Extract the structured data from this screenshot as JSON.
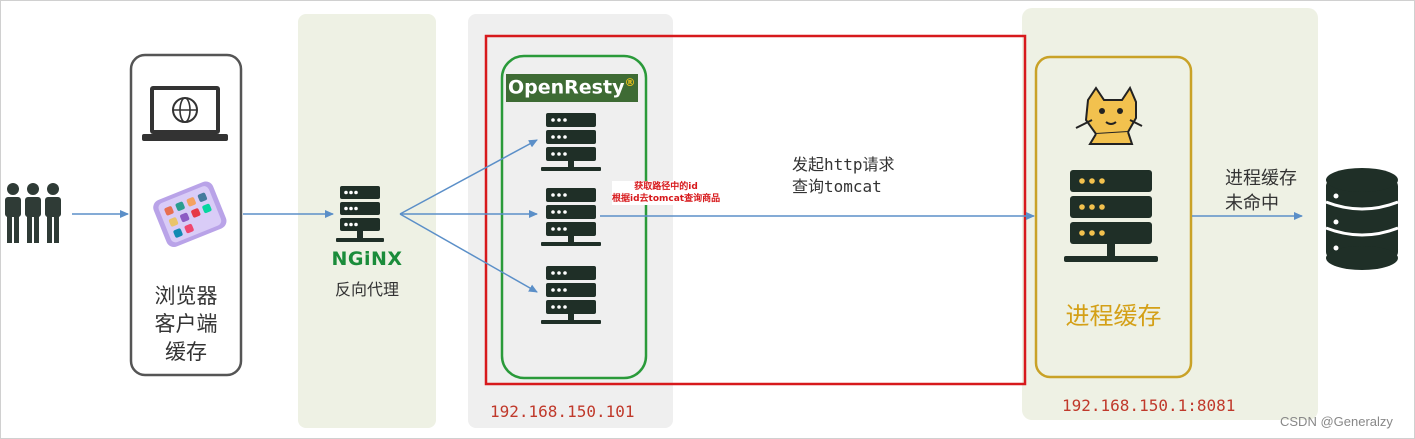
{
  "client": {
    "label_lines": [
      "浏览器",
      "客户端",
      "缓存"
    ]
  },
  "nginx": {
    "logo_text": "NGiNX",
    "label": "反向代理"
  },
  "openresty": {
    "logo_text": "OpenResty",
    "logo_mark": "®",
    "annotation_line1": "获取路径中的id",
    "annotation_line2": "根据id去tomcat查询商品",
    "ip": "192.168.150.101"
  },
  "http_request": {
    "line1": "发起http请求",
    "line2": "查询tomcat"
  },
  "tomcat": {
    "cache_label": "进程缓存",
    "ip": "192.168.150.1:8081"
  },
  "miss": {
    "line1": "进程缓存",
    "line2": "未命中"
  },
  "watermark": "CSDN @Generalzy",
  "colors": {
    "panel_bg": "#eef1e4",
    "gray_bg": "#efefef",
    "server_dark": "#1f2f27",
    "arrow": "#5b8fc8",
    "red_box": "#d7191c",
    "green_box": "#2a9a3a",
    "gold_box": "#c9a227",
    "ip_red": "#c0392b",
    "nginx_green": "#1a8c3a"
  }
}
